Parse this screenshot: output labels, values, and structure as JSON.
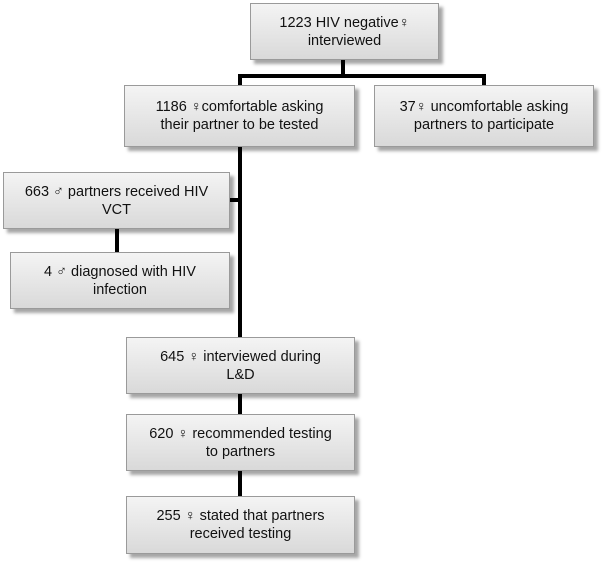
{
  "flowchart": {
    "nodes": [
      {
        "id": "b1",
        "line1": "1223 HIV negative♀",
        "line2": "interviewed"
      },
      {
        "id": "b2",
        "line1": "1186 ♀comfortable asking",
        "line2": "their partner to be tested"
      },
      {
        "id": "b3",
        "line1": "37♀  uncomfortable asking",
        "line2": "partners to participate"
      },
      {
        "id": "b4",
        "line1": "663 ♂ partners received HIV",
        "line2": "VCT"
      },
      {
        "id": "b5",
        "line1": "4 ♂ diagnosed with HIV",
        "line2": "infection"
      },
      {
        "id": "b6",
        "line1": "645 ♀ interviewed during",
        "line2": "L&D"
      },
      {
        "id": "b7",
        "line1": "620 ♀ recommended testing",
        "line2": "to partners"
      },
      {
        "id": "b8",
        "line1": "255 ♀ stated that partners",
        "line2": "received testing"
      }
    ],
    "edges": [
      {
        "from": "b1",
        "to": "b2"
      },
      {
        "from": "b1",
        "to": "b3"
      },
      {
        "from": "b2",
        "to": "b4"
      },
      {
        "from": "b4",
        "to": "b5"
      },
      {
        "from": "b2",
        "to": "b6"
      },
      {
        "from": "b6",
        "to": "b7"
      },
      {
        "from": "b7",
        "to": "b8"
      }
    ],
    "colors": {
      "connector": "#000000",
      "box_top": "#f4f4f4",
      "box_bottom": "#d9d9d9",
      "box_border": "#9a9a9a"
    }
  }
}
